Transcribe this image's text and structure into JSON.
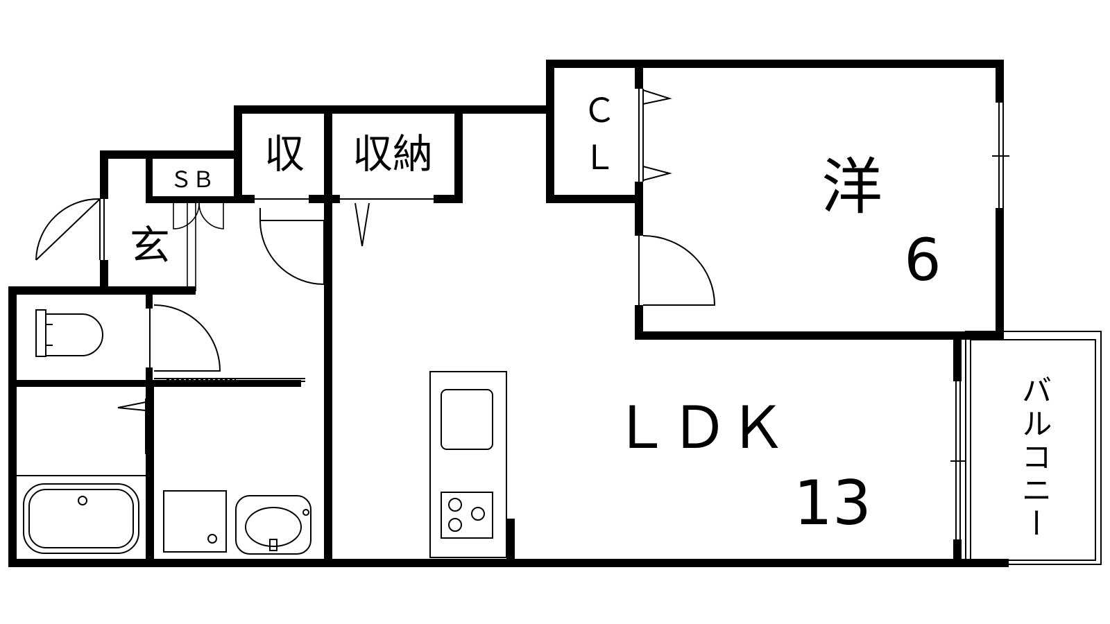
{
  "rooms": {
    "western": {
      "name": "洋",
      "size": "6"
    },
    "ldk": {
      "name": "ＬＤＫ",
      "size": "13"
    },
    "closet_cl": {
      "line1": "Ｃ",
      "line2": "Ｌ"
    },
    "storage_small": {
      "name": "収"
    },
    "storage": {
      "name": "収納"
    },
    "shoe_box": {
      "name": "ＳＢ"
    },
    "entrance": {
      "name": "玄"
    },
    "balcony": {
      "name": "バルコニー"
    }
  },
  "colors": {
    "wall": "#000000",
    "background": "#ffffff"
  }
}
